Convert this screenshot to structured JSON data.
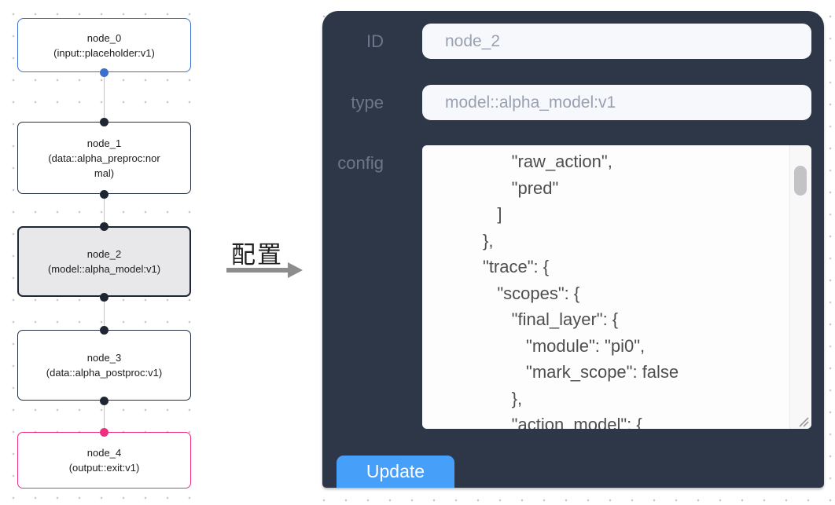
{
  "canvas": {
    "nodes": [
      {
        "name": "node_0",
        "type": "(input::placeholder:v1)"
      },
      {
        "name": "node_1",
        "type": "(data::alpha_preproc:normal)"
      },
      {
        "name": "node_2",
        "type": "(model::alpha_model:v1)"
      },
      {
        "name": "node_3",
        "type": "(data::alpha_postproc:v1)"
      },
      {
        "name": "node_4",
        "type": "(output::exit:v1)"
      }
    ],
    "selected_node": "node_2",
    "colors": {
      "input_node_border": "#3a71d0",
      "default_node_border": "#263042",
      "output_node_border": "#ee2e7e",
      "selected_node_bg": "#e8e8ea"
    }
  },
  "transition": {
    "label": "配置"
  },
  "panel": {
    "bg_color": "#2d3748",
    "accent_color": "#469ff8",
    "id_label": "ID",
    "id_value": "node_2",
    "type_label": "type",
    "type_value": "model::alpha_model:v1",
    "config_label": "config",
    "config_text": "               \"raw_action\",\n               \"pred\"\n            ]\n         },\n         \"trace\": {\n            \"scopes\": {\n               \"final_layer\": {\n                  \"module\": \"pi0\",\n                  \"mark_scope\": false\n               },\n               \"action_model\": {",
    "update_label": "Update"
  }
}
